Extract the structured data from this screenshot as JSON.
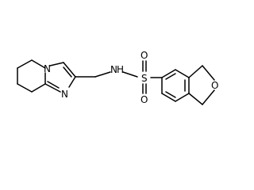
{
  "molecule": {
    "atoms": {
      "n_ring": "N",
      "n_bridge": "N",
      "n_amide": "N",
      "h_amide": "H",
      "sulfur": "S",
      "oxygen_top": "O",
      "oxygen_bottom": "O",
      "oxygen_furan": "O"
    }
  }
}
